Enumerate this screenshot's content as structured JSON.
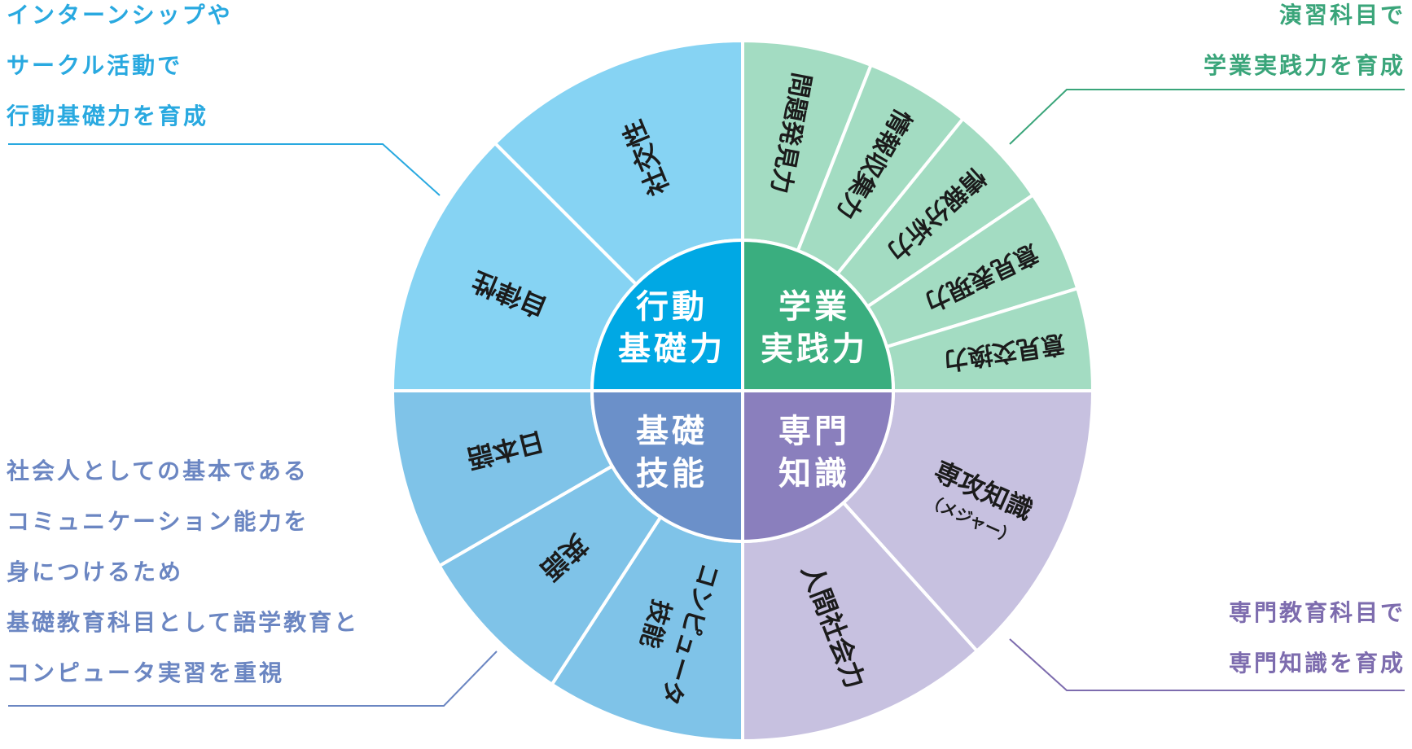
{
  "colors": {
    "action_outer": "#86d3f3",
    "action_center": "#00a8e4",
    "practice_outer": "#a3dcc2",
    "practice_center": "#3aae7f",
    "basic_outer": "#7fc3e8",
    "basic_center": "#6b90c9",
    "specialty_outer": "#c7c1e0",
    "specialty_center": "#8a7fbd",
    "note_action": "#29a9e0",
    "note_practice": "#3aa57a",
    "note_basic": "#6b86c2",
    "note_specialty": "#7d6cae"
  },
  "notes": {
    "action": [
      "インターンシップや",
      "サークル活動で",
      "行動基礎力を育成"
    ],
    "practice": [
      "演習科目で",
      "学業実践力を育成"
    ],
    "basic": [
      "社会人としての基本である",
      "コミュニケーション能力を",
      "身につけるため",
      "基礎教育科目として語学教育と",
      "コンピュータ実習を重視"
    ],
    "specialty": [
      "専門教育科目で",
      "専門知識を育成"
    ]
  },
  "centers": {
    "action": [
      "行動",
      "基礎力"
    ],
    "practice": [
      "学業",
      "実践力"
    ],
    "basic": [
      "基礎",
      "技能"
    ],
    "specialty": [
      "専門",
      "知識"
    ]
  },
  "segments": {
    "action": [
      "社交性",
      "自律性"
    ],
    "practice": [
      "問題発見力",
      "情報収集力",
      "情報分析力",
      "意見表現力",
      "意見交換力"
    ],
    "basic": [
      "日本語",
      "英語",
      "コンピュータ技能"
    ],
    "specialty": [
      "専攻知識",
      "（メジャー）",
      "人間社会力"
    ]
  }
}
